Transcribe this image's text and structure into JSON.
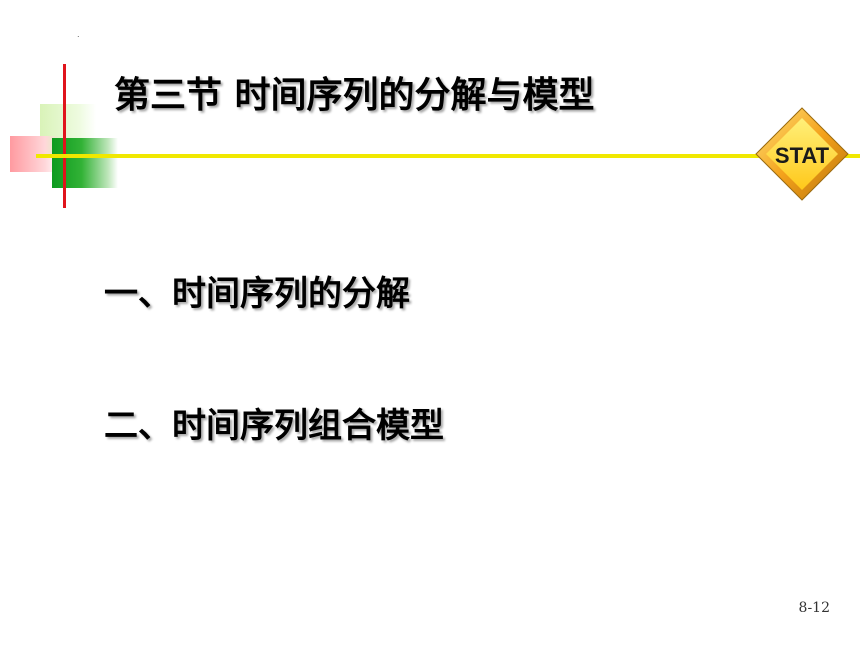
{
  "slide": {
    "title": "第三节 时间序列的分解与模型",
    "badge_text": "STAT",
    "items": [
      {
        "label": "一、时间序列的分解"
      },
      {
        "label": "二、时间序列组合模型"
      }
    ],
    "page_number": "8-12",
    "corner_mark": "."
  },
  "colors": {
    "accent_yellow": "#f0e800",
    "accent_red": "#e0141c",
    "dark_green": "#0d9b1f",
    "badge_orange": "#f4a21c",
    "badge_yellow": "#ffd21a"
  }
}
